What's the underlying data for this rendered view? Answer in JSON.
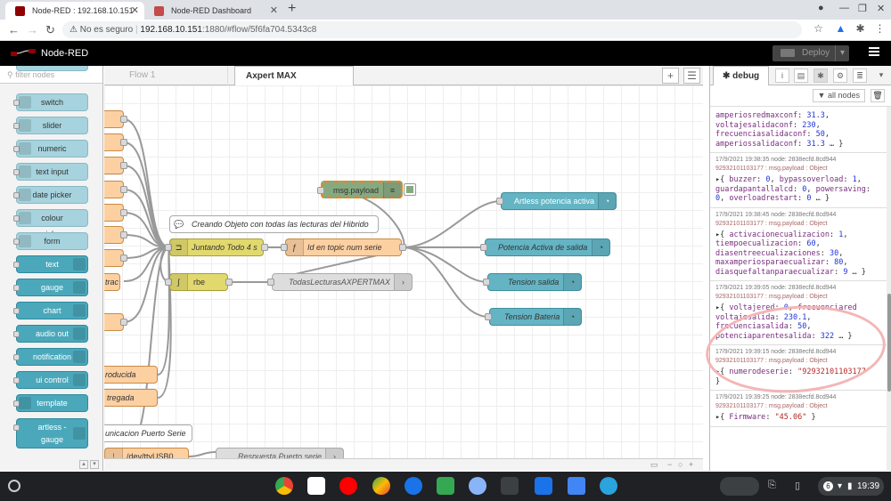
{
  "browser": {
    "tabs": [
      {
        "title": "Node-RED : 192.168.10.151"
      },
      {
        "title": "Node-RED Dashboard"
      }
    ],
    "new_tab": "+",
    "security_label": "No es seguro",
    "url_host": "192.168.10.151",
    "url_path": ":1880/#flow/5f6fa704.5343c8"
  },
  "nodered": {
    "title": "Node-RED",
    "deploy_label": "Deploy"
  },
  "palette": {
    "filter_placeholder": "filter nodes",
    "nodes": [
      {
        "label": "switch"
      },
      {
        "label": "slider"
      },
      {
        "label": "numeric"
      },
      {
        "label": "text input"
      },
      {
        "label": "date picker"
      },
      {
        "label": "colour picker"
      },
      {
        "label": "form"
      },
      {
        "label": "text"
      },
      {
        "label": "gauge"
      },
      {
        "label": "chart"
      },
      {
        "label": "audio out"
      },
      {
        "label": "notification"
      },
      {
        "label": "ui control"
      },
      {
        "label": "template"
      },
      {
        "label": "artless - gauge"
      }
    ]
  },
  "workspace": {
    "tabs": [
      {
        "label": "Flow 1"
      },
      {
        "label": "Axpert MAX"
      }
    ],
    "nodes": {
      "comment": "Creando Objeto con todas las lecturas del Hibrido",
      "debug": "msg.payload",
      "join": "Juntando Todo 4 s",
      "fn_serial": "Id en topic num serie",
      "rbe": "rbe",
      "todas": "TodasLecturasAXPERTMAX",
      "g_artless": "Artless potencia activa",
      "g_potencia": "Potencia Activa de salida",
      "g_tension": "Tension salida",
      "g_bateria": "Tension Bateria",
      "o_trac": "trac",
      "o_producida": "roducida",
      "o_entregada": "tregada",
      "comm": "unicacion Puerto Serie",
      "serial_port": "/dev/ttyUSB0",
      "respuesta": "Respuesta Puerto serie"
    }
  },
  "sidebar": {
    "tab_label": "debug",
    "filter_label": "all nodes",
    "messages": [
      {
        "lines": [
          [
            [
              "k",
              "amperiosredmaxconf"
            ],
            [
              "p",
              ": "
            ],
            [
              "n",
              "31.3"
            ],
            [
              "p",
              ","
            ]
          ],
          [
            [
              "k",
              "voltajesalidaconf"
            ],
            [
              "p",
              ": "
            ],
            [
              "n",
              "230"
            ],
            [
              "p",
              ","
            ]
          ],
          [
            [
              "k",
              "frecuenciasalidaconf"
            ],
            [
              "p",
              ": "
            ],
            [
              "n",
              "50"
            ],
            [
              "p",
              ","
            ]
          ],
          [
            [
              "k",
              "amperiossalidaconf"
            ],
            [
              "p",
              ": "
            ],
            [
              "n",
              "31.3"
            ],
            [
              "p",
              " … }"
            ]
          ]
        ]
      },
      {
        "meta": "17/9/2021 19:38:35   node: 2838ecfd.8cd944",
        "topic": "92932101103177 : msg.payload : Object",
        "lines": [
          [
            [
              "p",
              "▸{ "
            ],
            [
              "k",
              "buzzer"
            ],
            [
              "p",
              ": "
            ],
            [
              "n",
              "0"
            ],
            [
              "p",
              ", "
            ],
            [
              "k",
              "bypassoverload"
            ],
            [
              "p",
              ": "
            ],
            [
              "n",
              "1"
            ],
            [
              "p",
              ","
            ]
          ],
          [
            [
              "k",
              "guardapantallalcd"
            ],
            [
              "p",
              ": "
            ],
            [
              "n",
              "0"
            ],
            [
              "p",
              ", "
            ],
            [
              "k",
              "powersaving"
            ],
            [
              "p",
              ":"
            ]
          ],
          [
            [
              "n",
              "0"
            ],
            [
              "p",
              ", "
            ],
            [
              "k",
              "overloadrestart"
            ],
            [
              "p",
              ": "
            ],
            [
              "n",
              "0"
            ],
            [
              "p",
              " … }"
            ]
          ]
        ]
      },
      {
        "meta": "17/9/2021 19:38:45   node: 2838ecfd.8cd944",
        "topic": "92932101103177 : msg.payload : Object",
        "lines": [
          [
            [
              "p",
              "▸{ "
            ],
            [
              "k",
              "activacionecualizacion"
            ],
            [
              "p",
              ": "
            ],
            [
              "n",
              "1"
            ],
            [
              "p",
              ","
            ]
          ],
          [
            [
              "k",
              "tiempoecualizacion"
            ],
            [
              "p",
              ": "
            ],
            [
              "n",
              "60"
            ],
            [
              "p",
              ","
            ]
          ],
          [
            [
              "k",
              "diasentreecualizaciones"
            ],
            [
              "p",
              ": "
            ],
            [
              "n",
              "30"
            ],
            [
              "p",
              ","
            ]
          ],
          [
            [
              "k",
              "maxamperiosparaecualizar"
            ],
            [
              "p",
              ": "
            ],
            [
              "n",
              "80"
            ],
            [
              "p",
              ","
            ]
          ],
          [
            [
              "k",
              "diasquefaltanparaecualizar"
            ],
            [
              "p",
              ": "
            ],
            [
              "n",
              "9"
            ],
            [
              "p",
              " … }"
            ]
          ]
        ]
      },
      {
        "meta": "17/9/2021 19:39:05   node: 2838ecfd.8cd944",
        "topic": "92932101103177 : msg.payload : Object",
        "lines": [
          [
            [
              "p",
              "▸{ "
            ],
            [
              "k",
              "voltajered"
            ],
            [
              "p",
              ": "
            ],
            [
              "n",
              "0"
            ],
            [
              "p",
              ", "
            ],
            [
              "k",
              "frecuenciared"
            ]
          ],
          [
            [
              "k",
              "voltajesalida"
            ],
            [
              "p",
              ": "
            ],
            [
              "n",
              "230.1"
            ],
            [
              "p",
              ","
            ]
          ],
          [
            [
              "k",
              "frecuenciasalida"
            ],
            [
              "p",
              ": "
            ],
            [
              "n",
              "50"
            ],
            [
              "p",
              ","
            ]
          ],
          [
            [
              "k",
              "potenciaparentesalida"
            ],
            [
              "p",
              ": "
            ],
            [
              "n",
              "322"
            ],
            [
              "p",
              " … }"
            ]
          ]
        ]
      },
      {
        "meta": "17/9/2021 19:39:15   node: 2838ecfd.8cd944",
        "topic": "92932101103177 : msg.payload : Object",
        "lines": [
          [
            [
              "p",
              "▸{ "
            ],
            [
              "k",
              "numerodeserie"
            ],
            [
              "p",
              ": "
            ],
            [
              "s",
              "\"92932101103177\""
            ]
          ],
          [
            [
              "p",
              "}"
            ]
          ]
        ]
      },
      {
        "meta": "17/9/2021 19:39:25   node: 2838ecfd.8cd944",
        "topic": "92932101103177 : msg.payload : Object",
        "lines": [
          [
            [
              "p",
              "▸{ "
            ],
            [
              "k",
              "Firmware"
            ],
            [
              "p",
              ": "
            ],
            [
              "s",
              "\"45.06\""
            ],
            [
              "p",
              " }"
            ]
          ]
        ]
      }
    ]
  },
  "shelf": {
    "tray_badge": "6",
    "time": "19:39"
  },
  "colors": {
    "function_orange": "#fdd0a2",
    "join_yellow": "#e2d96e",
    "dashboard_teal": "#64b4c4",
    "debug_green": "#87a980",
    "highlight_circle": "#f3b6b6"
  }
}
